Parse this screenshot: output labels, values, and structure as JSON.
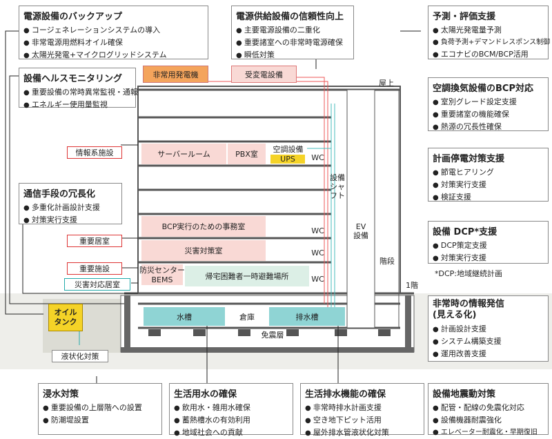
{
  "left_boxes": [
    {
      "title": "電源設備のバックアップ",
      "items": [
        "コージェネレーションシステムの導入",
        "非常電源用燃料オイル確保",
        "太陽光発電+マイクログリッドシステム"
      ]
    },
    {
      "title": "設備ヘルスモニタリング",
      "items": [
        "重要設備の常時異常監視・通報",
        "エネルギー使用量監視"
      ]
    },
    {
      "title": "通信手段の冗長化",
      "items": [
        "多重化計画設計支援",
        "対策実行支援"
      ]
    }
  ],
  "top_center_box": {
    "title": "電源供給設備の信頼性向上",
    "items": [
      "主要電源設備の二重化",
      "重要諸室への非常時電源確保",
      "瞬低対策"
    ]
  },
  "right_boxes": [
    {
      "title": "予測・評価支援",
      "items": [
        "太陽光発電量予測",
        "負荷予測+デマンドレスポンス制御",
        "エコナビのBCM/BCP活用"
      ]
    },
    {
      "title": "空調換気設備のBCP対応",
      "items": [
        "室別グレード設定支援",
        "重要諸室の機能確保",
        "熱源の冗長性確保"
      ]
    },
    {
      "title": "計画停電対策支援",
      "items": [
        "節電ヒアリング",
        "対策実行支援",
        "検証支援"
      ]
    },
    {
      "title": "設備 DCP*支援",
      "items": [
        "DCP策定支援",
        "対策実行支援"
      ]
    },
    {
      "title": "非常時の情報発信\n(見える化)",
      "items": [
        "計画設計支援",
        "システム構築支援",
        "運用改善支援"
      ]
    }
  ],
  "dcp_note": "*DCP:地域継続計画",
  "bottom_boxes": [
    {
      "title": "浸水対策",
      "items": [
        "重要設備の上層階への設置",
        "防潮堤設置"
      ]
    },
    {
      "title": "生活用水の確保",
      "items": [
        "飲用水・雑用水確保",
        "蓄熱槽水の有効利用",
        "地域社会への貢献"
      ]
    },
    {
      "title": "生活排水機能の確保",
      "items": [
        "非常時排水計画支援",
        "空き地下ピット活用",
        "屋外排水管液状化対策"
      ]
    },
    {
      "title": "設備地震動対策",
      "items": [
        "配管・配線の免震化対応",
        "設備機器耐震強化",
        "エレベーター耐震化・早期復旧"
      ]
    }
  ],
  "building": {
    "generator": "非常用発電機",
    "substation": "受変電設備",
    "rooftop": "屋上",
    "server": "サーバールーム",
    "pbx": "PBX室",
    "aircon": "空調設備",
    "ups": "UPS",
    "wc": "WC",
    "shaft": "設備\nシャフト",
    "ev": "EV\n設備",
    "stairs": "階段",
    "bcp_office": "BCP実行のための事務室",
    "disaster_room": "災害対策室",
    "bousai": "防災センター",
    "bems": "BEMS",
    "evac": "帰宅困難者一時避難場所",
    "floor1": "1階",
    "water_tank": "水槽",
    "storage": "倉庫",
    "drain_tank": "排水槽",
    "isolation": "免震層",
    "oil_tank": "オイル\nタンク",
    "liquefaction": "液状化対策"
  },
  "tags": {
    "info": "情報系施設",
    "important_room": "重要居室",
    "important_facility": "重要施設",
    "disaster_room": "災害対応居室"
  }
}
